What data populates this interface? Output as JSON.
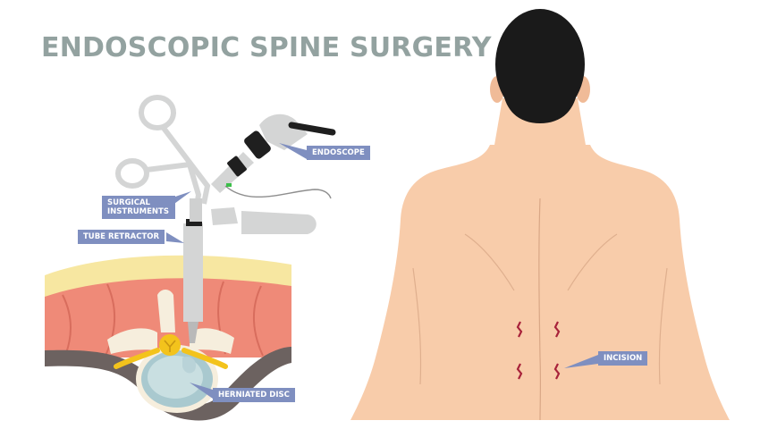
{
  "title": "ENDOSCOPIC SPINE SURGERY",
  "labels": {
    "endoscope": "ENDOSCOPE",
    "surgical_instruments": "SURGICAL INSTRUMENTS",
    "tube_retractor": "TUBE RETRACTOR",
    "herniated_disc": "HERNIATED DISC",
    "incision": "INCISION"
  },
  "colors": {
    "title": "#93a2a0",
    "label_bg": "#7f8fc0",
    "skin": "#f8ccaa",
    "hair": "#1a1a1a",
    "fat": "#f7e7a1",
    "muscle": "#ef8a78",
    "bone": "#f6eedd",
    "disc": "#c9dfe1",
    "nerve": "#f3c31c",
    "instrument": "#d4d5d5",
    "incision": "#a8223a"
  }
}
